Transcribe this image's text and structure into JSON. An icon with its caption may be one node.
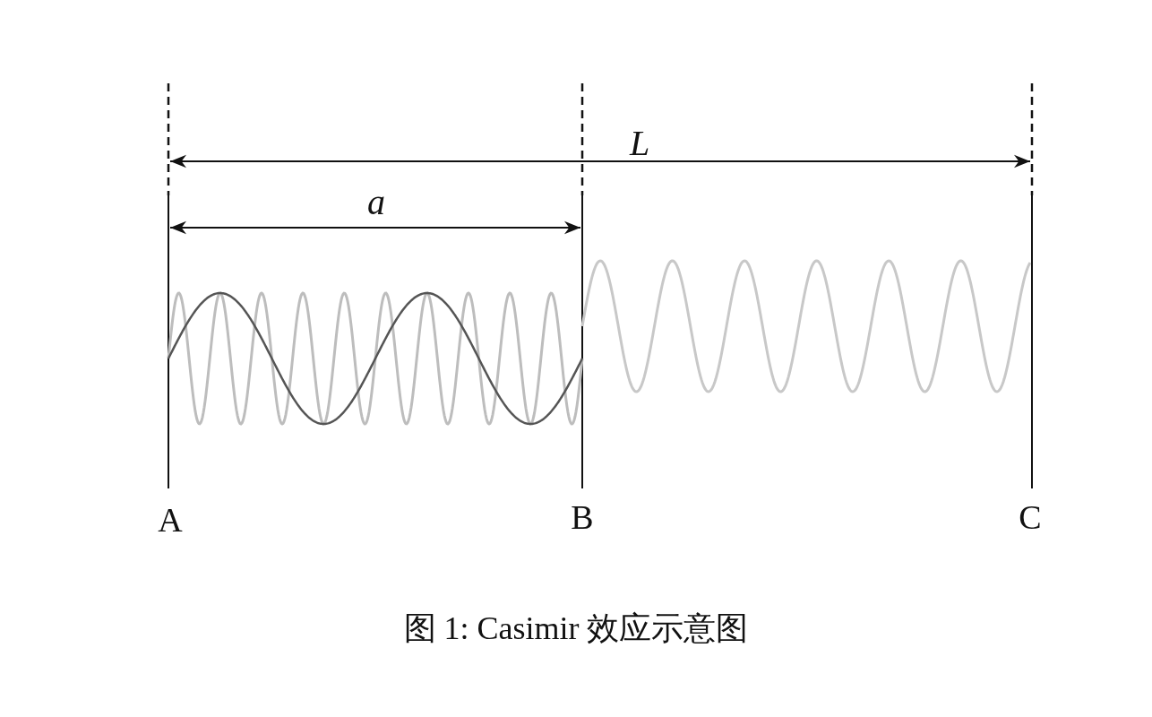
{
  "diagram": {
    "caption": "图 1: Casimir 效应示意图",
    "labels": [
      "L",
      "a",
      "A",
      "B",
      "C"
    ]
  }
}
